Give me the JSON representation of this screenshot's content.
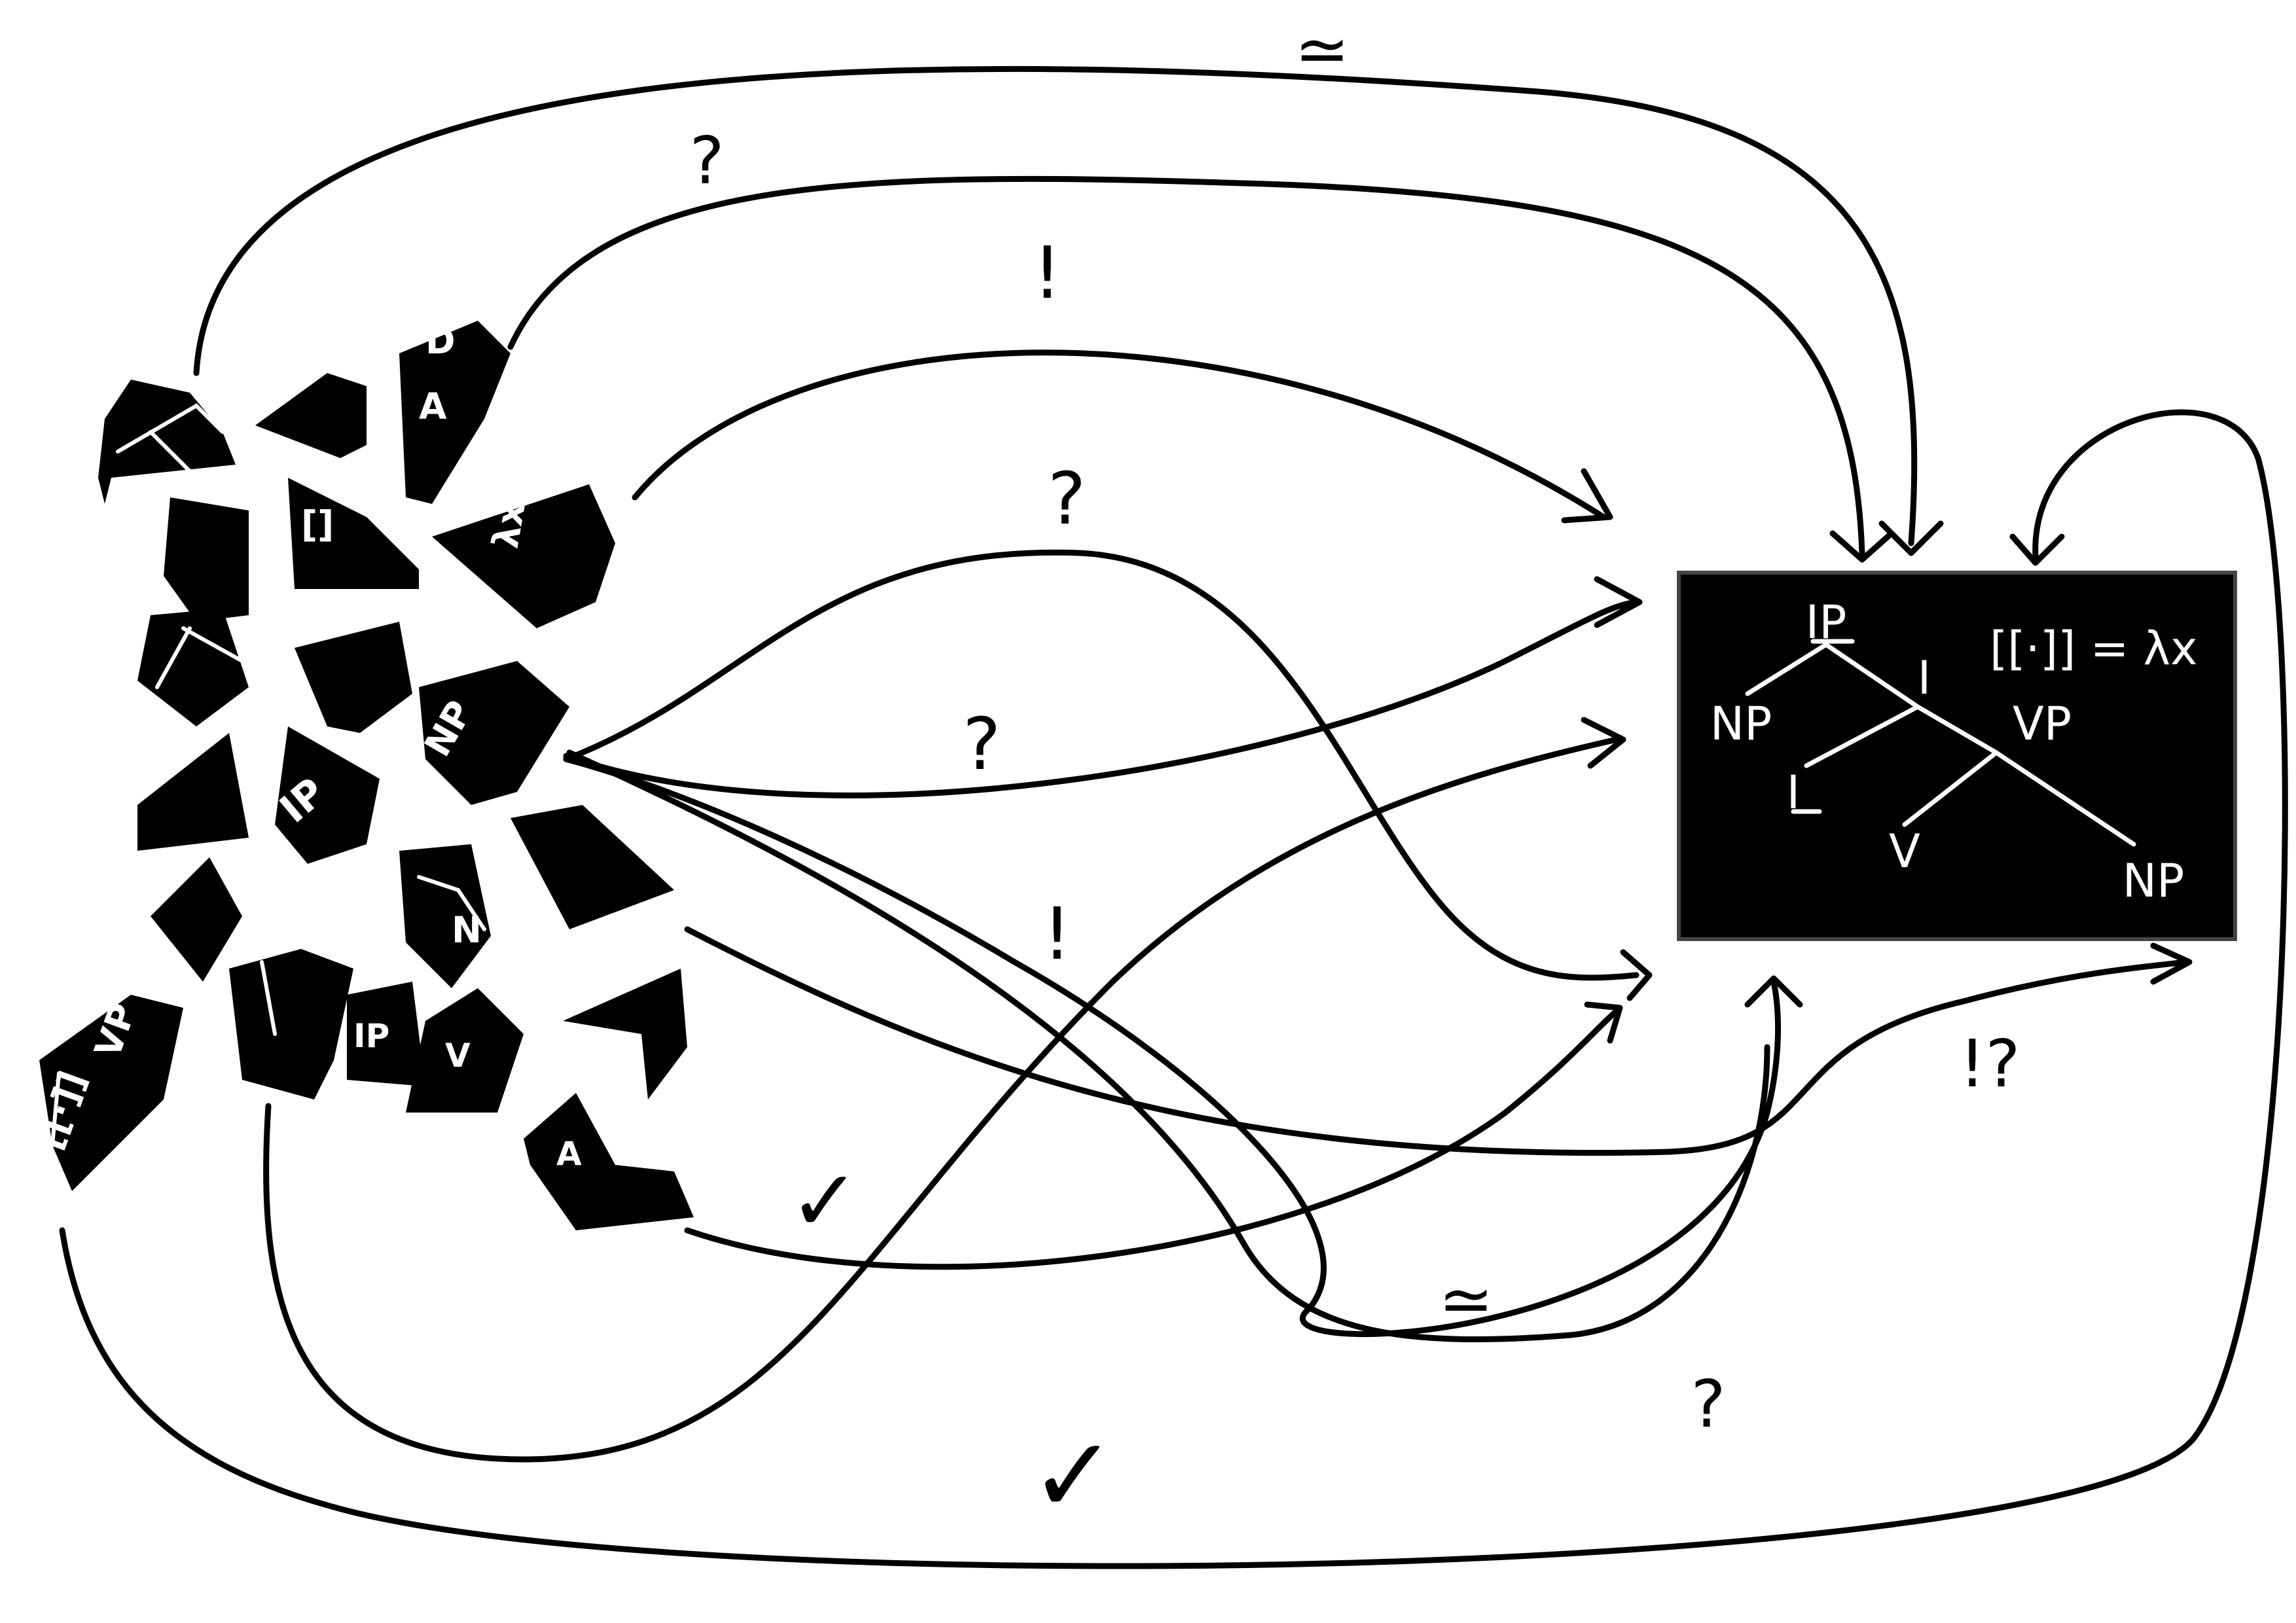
{
  "colors": {
    "ink": "#000000",
    "paper": "#ffffff",
    "chalk": "#ffffff"
  },
  "tree": {
    "root": "IP",
    "subject": "NP",
    "i_bar": "I",
    "i_head": "I",
    "vp": "VP",
    "verb": "V",
    "object": "NP",
    "formula": "[[·]] = λx"
  },
  "fragments": {
    "frag_a": "D",
    "frag_b": "A",
    "frag_c": "[]",
    "frag_d": "λx",
    "frag_e": "NP",
    "frag_f": "IP",
    "frag_g": "N",
    "frag_h": "VP",
    "frag_i": "[[·]]",
    "frag_j": "V",
    "frag_k": "IP",
    "frag_l": "A"
  },
  "arrow_labels": {
    "top_approx": "≃",
    "top_question": "?",
    "upper_exclaim": "!",
    "mid_question": "?",
    "mid_question_2": "?",
    "lower_exclaim": "!",
    "interrobang": "!?",
    "check_mid": "✓",
    "bottom_approx": "≃",
    "bottom_question": "?",
    "bottom_check": "✓"
  }
}
